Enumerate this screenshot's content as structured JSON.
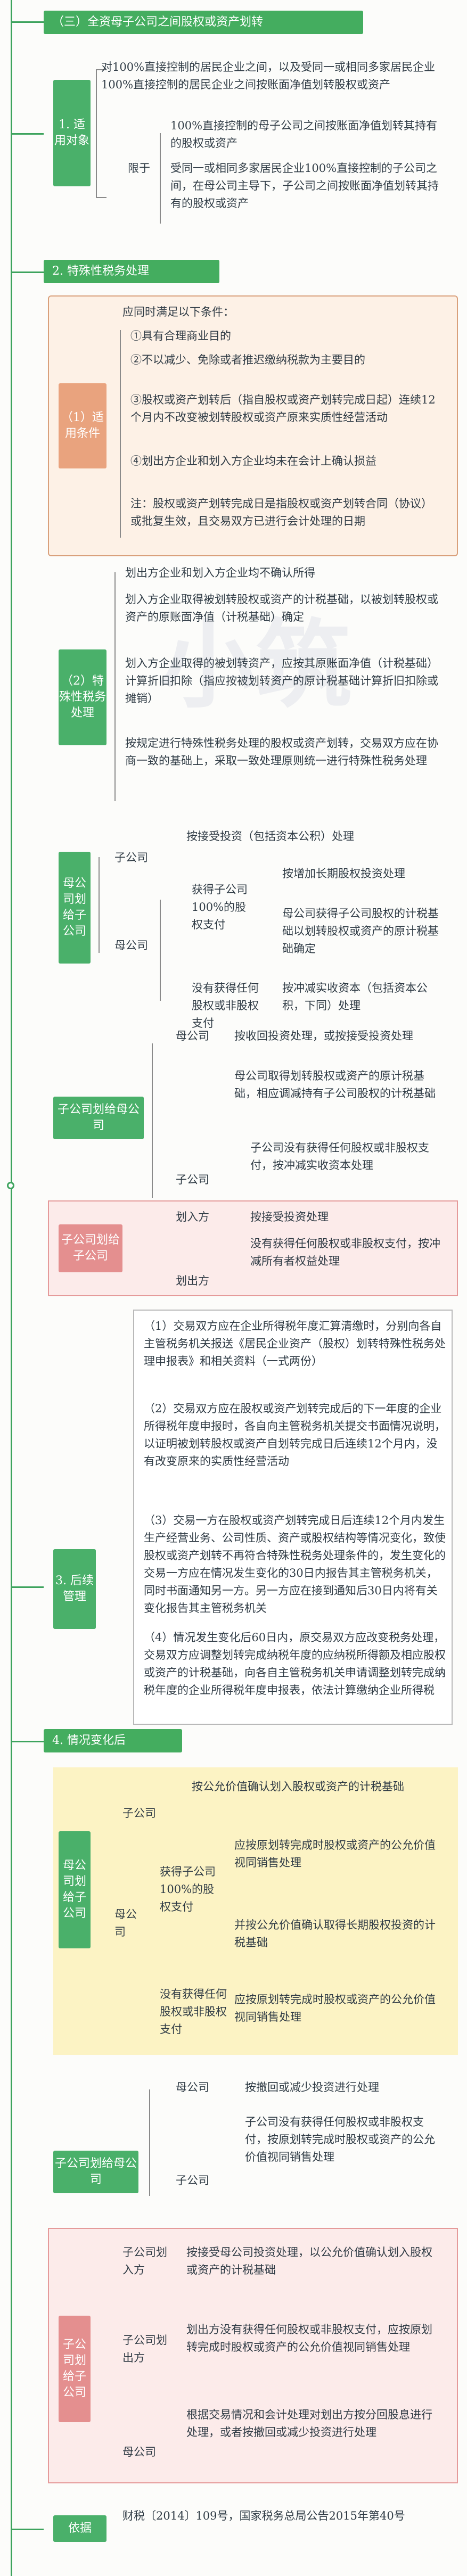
{
  "section_title": "（三）全资母子公司之间股权或资产划转",
  "s1": {
    "label": "1. 适用对象",
    "intro": "对100%直接控制的居民企业之间，以及受同一或相同多家居民企业100%直接控制的居民企业之间按账面净值划转股权或资产",
    "limit_label": "限于",
    "limit_a": "100%直接控制的母子公司之间按账面净值划转其持有的股权或资产",
    "limit_b": "受同一或相同多家居民企业100%直接控制的子公司之间，在母公司主导下，子公司之间按账面净值划转其持有的股权或资产"
  },
  "s2": {
    "header": "2. 特殊性税务处理",
    "applicable": {
      "label": "（1）适用条件",
      "lead": "应同时满足以下条件：",
      "c1": "①具有合理商业目的",
      "c2": "②不以减少、免除或者推迟缴纳税款为主要目的",
      "c3": "③股权或资产划转后（指自股权或资产划转完成日起）连续12个月内不改变被划转股权或资产原来实质性经营活动",
      "c4": "④划出方企业和划入方企业均未在会计上确认损益",
      "note": "注：股权或资产划转完成日是指股权或资产划转合同（协议）或批复生效，且交易双方已进行会计处理的日期"
    },
    "tax": {
      "label": "（2）特殊性税务处理",
      "t1": "划出方企业和划入方企业均不确认所得",
      "t2": "划入方企业取得被划转股权或资产的计税基础，以被划转股权或资产的原账面净值（计税基础）确定",
      "t3": "划入方企业取得的被划转资产，应按其原账面净值（计税基础）计算折旧扣除（指应按被划转资产的原计税基础计算折旧扣除或摊销）",
      "t4": "按规定进行特殊性税务处理的股权或资产划转，交易双方应在协商一致的基础上，采取一致处理原则统一进行特殊性税务处理"
    },
    "parent_to_sub": {
      "label": "母公司划给子公司",
      "sub": "子公司",
      "sub_text": "按接受投资（包括资本公积）处理",
      "parent": "母公司",
      "got_equity": "获得子公司100%的股权支付",
      "got_equity_a": "按增加长期股权投资处理",
      "got_equity_b": "母公司获得子公司股权的计税基础以划转股权或资产的原计税基础确定",
      "no_equity": "没有获得任何股权或非股权支付",
      "no_equity_a": "按冲减实收资本（包括资本公积，下同）处理"
    },
    "sub_to_parent": {
      "label": "子公司划给母公司",
      "parent": "母公司",
      "parent_a": "按收回投资处理，或按接受投资处理",
      "parent_b": "母公司取得划转股权或资产的原计税基础，相应调减持有子公司股权的计税基础",
      "sub": "子公司",
      "sub_a": "子公司没有获得任何股权或非股权支付，按冲减实收资本处理"
    },
    "sub_to_sub": {
      "label": "子公司划给子公司",
      "in": "划入方",
      "in_text": "按接受投资处理",
      "out": "划出方",
      "out_text": "没有获得任何股权或非股权支付，按冲减所有者权益处理"
    }
  },
  "s3": {
    "label": "3. 后续管理",
    "p1": "（1）交易双方应在企业所得税年度汇算清缴时，分别向各自主管税务机关报送《居民企业资产（股权）划转特殊性税务处理申报表》和相关资料（一式两份）",
    "p2": "（2）交易双方应在股权或资产划转完成后的下一年度的企业所得税年度申报时，各自向主管税务机关提交书面情况说明，以证明被划转股权或资产自划转完成日后连续12个月内，没有改变原来的实质性经营活动",
    "p3": "（3）交易一方在股权或资产划转完成日后连续12个月内发生生产经营业务、公司性质、资产或股权结构等情况变化，致使股权或资产划转不再符合特殊性税务处理条件的，发生变化的交易一方应在情况发生变化的30日内报告其主管税务机关，同时书面通知另一方。另一方应在接到通知后30日内将有关变化报告其主管税务机关",
    "p4": "（4）情况发生变化后60日内，原交易双方应改变税务处理，交易双方应调整划转完成纳税年度的应纳税所得额及相应股权或资产的计税基础，向各自主管税务机关申请调整划转完成纳税年度的企业所得税年度申报表，依法计算缴纳企业所得税"
  },
  "s4": {
    "header": "4. 情况变化后",
    "parent_to_sub": {
      "label": "母公司划给子公司",
      "sub": "子公司",
      "sub_text": "按公允价值确认划入股权或资产的计税基础",
      "parent": "母公司",
      "got_equity": "获得子公司100%的股权支付",
      "got_a": "应按原划转完成时股权或资产的公允价值视同销售处理",
      "got_b": "并按公允价值确认取得长期股权投资的计税基础",
      "no_equity": "没有获得任何股权或非股权支付",
      "no_a": "应按原划转完成时股权或资产的公允价值视同销售处理"
    },
    "sub_to_parent": {
      "label": "子公司划给母公司",
      "parent": "母公司",
      "parent_text": "按撤回或减少投资进行处理",
      "sub": "子公司",
      "sub_text": "子公司没有获得任何股权或非股权支付，按原划转完成时股权或资产的公允价值视同销售处理"
    },
    "sub_to_sub": {
      "label": "子公司划给子公司",
      "in": "子公司划入方",
      "in_text": "按接受母公司投资处理，以公允价值确认划入股权或资产的计税基础",
      "out": "子公司划出方",
      "out_text": "划出方没有获得任何股权或非股权支付，应按原划转完成时股权或资产的公允价值视同销售处理",
      "parent": "母公司",
      "parent_text": "根据交易情况和会计处理对划出方按分回股息进行处理，或者按撤回或减少投资进行处理"
    }
  },
  "basis": {
    "label": "依据",
    "text": "财税〔2014〕109号，国家税务总局公告2015年第40号"
  },
  "watermark": "小筑"
}
